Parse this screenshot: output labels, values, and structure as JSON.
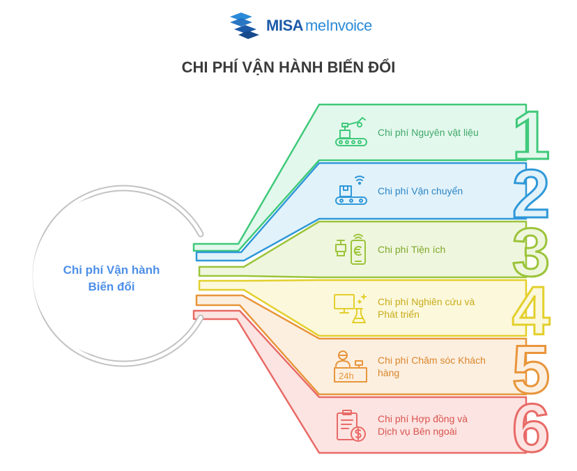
{
  "brand": {
    "name_bold": "MISA",
    "name_light": "meInvoice",
    "logo_icon": "misa-logo-icon"
  },
  "title": "CHI PHÍ VẬN HÀNH BIẾN ĐỔI",
  "center": {
    "line1": "Chi phí Vận hành",
    "line2": "Biến đổi",
    "color": "#4d8fe8"
  },
  "items": [
    {
      "number": "1",
      "label": "Chi phí Nguyên vật liệu",
      "icon": "conveyor-robot-icon",
      "stroke": "#3fc97a",
      "fill": "#e3f8ec",
      "text_color": "#3fa86a"
    },
    {
      "number": "2",
      "label": "Chi phí Vận chuyển",
      "icon": "conveyor-box-wifi-icon",
      "stroke": "#2f98d8",
      "fill": "#e2f2fb",
      "text_color": "#2a86c4"
    },
    {
      "number": "3",
      "label": "Chi phí Tiện ích",
      "icon": "phone-euro-icon",
      "stroke": "#9bc43a",
      "fill": "#eff6de",
      "text_color": "#7ea82a"
    },
    {
      "number": "4",
      "label": "Chi phí Nghiên cứu và Phát triển",
      "icon": "computer-flask-icon",
      "stroke": "#e3cf2c",
      "fill": "#fcf8db",
      "text_color": "#c8ac1a"
    },
    {
      "number": "5",
      "label": "Chi phí Chăm sóc Khách hàng",
      "icon": "support-24h-icon",
      "stroke": "#e8953a",
      "fill": "#fcefe0",
      "text_color": "#d9852a"
    },
    {
      "number": "6",
      "label": "Chi phí Hợp đồng và Dịch vụ Bên ngoài",
      "icon": "contract-dollar-icon",
      "stroke": "#e86a66",
      "fill": "#fce4e2",
      "text_color": "#d8544f"
    }
  ]
}
